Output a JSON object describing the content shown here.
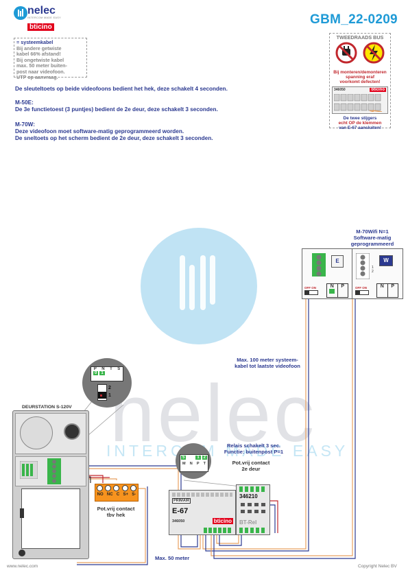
{
  "header": {
    "brand": "nelec",
    "tagline": "INTERCOM MADE EASY",
    "partner": "bticino",
    "doc_number": "GBM_22-0209"
  },
  "note": {
    "head": "= systeemkabel",
    "lines": [
      "Bij andere getwiste",
      "kabel 66% afstand!",
      "Bij ongetwiste kabel",
      "max. 50 meter buiten-",
      "post naar videofoon.",
      "UTP op aanvraag."
    ]
  },
  "instructions": {
    "line1": "De sleuteltoets op beide videofoons bedient het hek, deze schakelt 4 seconden.",
    "m50e_title": "M-50E:",
    "m50e_text": "De 3e functietoest (3 puntjes) bedient de 2e deur, deze schakelt 3 seconden.",
    "m70w_title": "M-70W:",
    "m70w_text1": "Deze videofoon moet software-matig geprogrammeerd worden.",
    "m70w_text2": "De sneltoets op het scherm bedient de 2e deur, deze schakelt 3 seconden."
  },
  "bus_box": {
    "title": "TWEEDRAADS BUS",
    "warn1": "Bij monteren/demonteren",
    "warn2": "spanning eraf",
    "warn3": "voorkomt defecten!",
    "unit_code": "346050",
    "brand": "bticino",
    "note1": "De twee stijgers",
    "note2": "echt OP de klemmen",
    "note3": "van E-67 aansluiten!"
  },
  "monitor_label": {
    "line1": "M-70Wifi N=1",
    "line2": "Software-matig",
    "line3": "geprogrammeerd"
  },
  "monitors": {
    "m1_screen": "E",
    "m2_screen": "W",
    "dip_n": "N",
    "dip_p": "P",
    "off_on": "OFF ON",
    "terms": [
      "1",
      "2",
      "1",
      "2"
    ]
  },
  "cable_note": {
    "line1": "Max. 100 meter systeem-",
    "line2": "kabel tot laatste videofoon"
  },
  "door_station": {
    "title": "DEURSTATION S-120V",
    "zoom_headers": [
      "P",
      "N",
      "T",
      "S"
    ],
    "zoom_values": [
      "0",
      "1"
    ],
    "zoom_sw_labels": [
      "2",
      "1"
    ]
  },
  "contact_block": {
    "terminals": [
      "NO",
      "NC",
      "C",
      "S+",
      "S-"
    ],
    "label1": "Pot.vrij contact",
    "label2": "tbv hek"
  },
  "relay_note": {
    "line1": "Relais schakelt 3 sec.",
    "line2": "Functie: buitenpost P=1",
    "line3": "Pot.vrij contact",
    "line4": "2e deur"
  },
  "relay_zoom": {
    "left_digit": "5",
    "right_digits": [
      "1",
      "2"
    ],
    "labels": [
      "M",
      "N",
      "P",
      "T"
    ]
  },
  "e67": {
    "tag": "PRIMAIR",
    "name": "E-67",
    "code": "346050",
    "brand": "bticino"
  },
  "relay": {
    "code": "346210",
    "name": "BT-Rel"
  },
  "max50": "Max. 50 meter",
  "footer": {
    "left": "www.nelec.com",
    "right": "Copyright Nelec BV"
  },
  "watermark": {
    "text": "nelec",
    "tagline": "INTERCOM MADE EASY"
  },
  "colors": {
    "brand_blue": "#2b3990",
    "accent_cyan": "#1e9ad6",
    "bticino_red": "#e2001a",
    "cable_orange": "#e8a060",
    "terminal_green": "#39b54a",
    "contact_orange": "#f7931e"
  }
}
